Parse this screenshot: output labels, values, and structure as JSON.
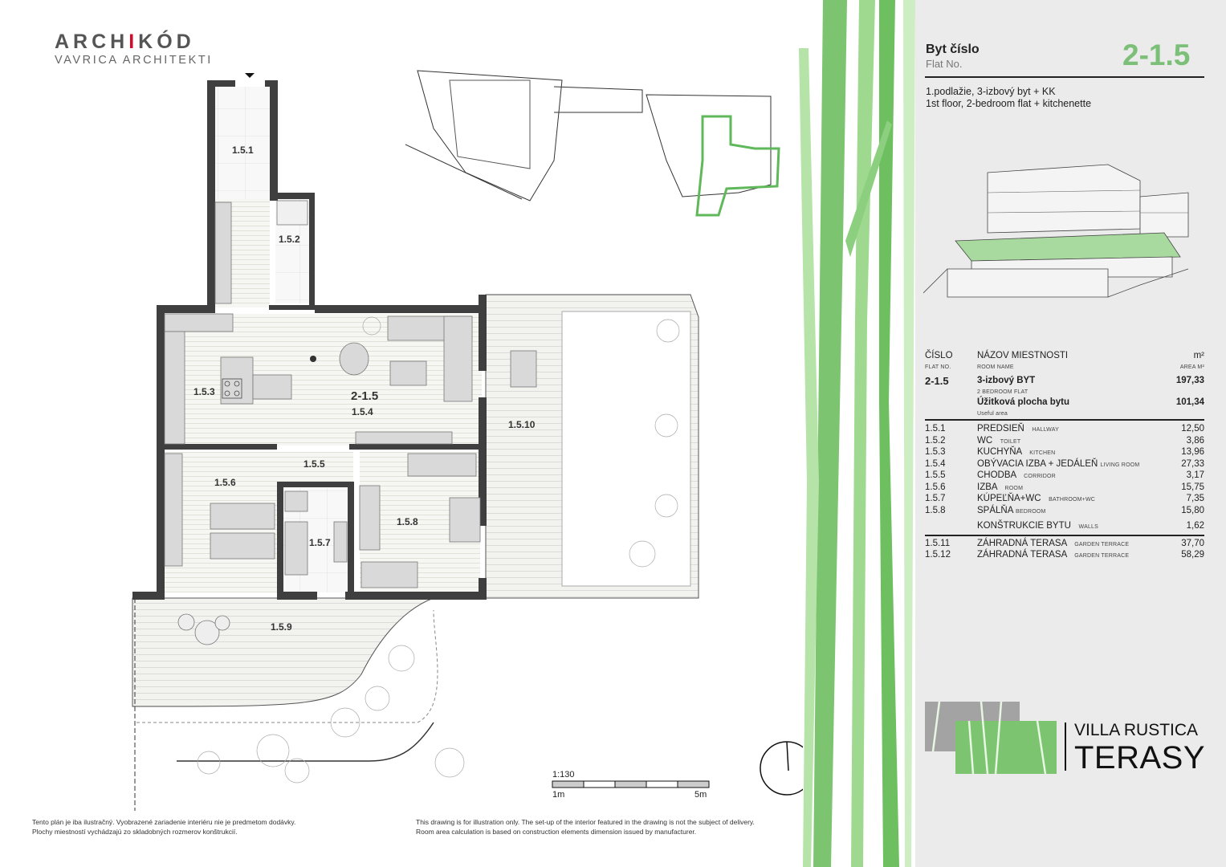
{
  "logo": {
    "line1_pre": "ARCH",
    "line1_red": "I",
    "line1_post": "KÓD",
    "line2": "VAVRICA ARCHITEKTI"
  },
  "header": {
    "title": "Byt číslo",
    "subtitle": "Flat No.",
    "flat_number": "2-1.5",
    "desc_sk": "1.podlažie, 3-izbový byt + KK",
    "desc_en": "1st floor, 2-bedroom flat + kitchenette"
  },
  "table": {
    "col1": "ČÍSLO",
    "col1_en": "FLAT NO.",
    "col2": "NÁZOV  MIESTNOSTI",
    "col2_en": "ROOM NAME",
    "col3": "m²",
    "col3_en": "AREA M²",
    "flat": {
      "no": "2-1.5",
      "name": "3-izbový BYT",
      "name_en": "2 BEDROOM FLAT",
      "area": "197,33",
      "useful": "Úžitková plocha bytu",
      "useful_en": "Useful area",
      "useful_area": "101,34"
    },
    "rooms": [
      {
        "no": "1.5.1",
        "name": "PREDSIEŇ",
        "en": "HALLWAY",
        "area": "12,50"
      },
      {
        "no": "1.5.2",
        "name": "WC",
        "en": "TOILET",
        "area": "3,86"
      },
      {
        "no": "1.5.3",
        "name": "KUCHYŇA",
        "en": "KITCHEN",
        "area": "13,96"
      },
      {
        "no": "1.5.4",
        "name": "OBÝVACIA IZBA + JEDÁLEŇ",
        "en": "LIVING ROOM",
        "area": "27,33"
      },
      {
        "no": "1.5.5",
        "name": "CHODBA",
        "en": "CORRIDOR",
        "area": "3,17"
      },
      {
        "no": "1.5.6",
        "name": "IZBA",
        "en": "ROOM",
        "area": "15,75"
      },
      {
        "no": "1.5.7",
        "name": "KÚPEĽŇA+WC",
        "en": "BATHROOM+WC",
        "area": "7,35"
      },
      {
        "no": "1.5.8",
        "name": "SPÁLŇA",
        "en": "BEDROOM",
        "area": "15,80"
      }
    ],
    "walls": {
      "name": "KONŠTRUKCIE BYTU",
      "en": "WALLS",
      "area": "1,62"
    },
    "terraces": [
      {
        "no": "1.5.11",
        "name": "ZÁHRADNÁ TERASA",
        "en": "GARDEN TERRACE",
        "area": "37,70"
      },
      {
        "no": "1.5.12",
        "name": "ZÁHRADNÁ TERASA",
        "en": "GARDEN TERRACE",
        "area": "58,29"
      }
    ]
  },
  "plan_labels": {
    "r151": "1.5.1",
    "r152": "1.5.2",
    "r153": "1.5.3",
    "flat": "2-1.5",
    "r154": "1.5.4",
    "r155": "1.5.5",
    "r156": "1.5.6",
    "r157": "1.5.7",
    "r158": "1.5.8",
    "r159": "1.5.9",
    "r1510": "1.5.10"
  },
  "scale": {
    "ratio": "1:130",
    "start": "1m",
    "end": "5m"
  },
  "disclaimer": {
    "sk1": "Tento plán je iba ilustračný. Vyobrazené zariadenie interiéru nie je predmetom dodávky.",
    "sk2": "Plochy miestností vychádzajú zo skladobných rozmerov konštrukcií.",
    "en1": "This drawing is for illustration only. The set-up of the interior featured in the drawing is not the subject of delivery.",
    "en2": "Room area calculation is based on construction elements dimension issued by manufacturer."
  },
  "brand": {
    "line1": "VILLA RUSTICA",
    "line2": "TERASY"
  },
  "colors": {
    "accent": "#7cbf78",
    "wall": "#3a3a3a",
    "panel": "#ebebeb"
  }
}
